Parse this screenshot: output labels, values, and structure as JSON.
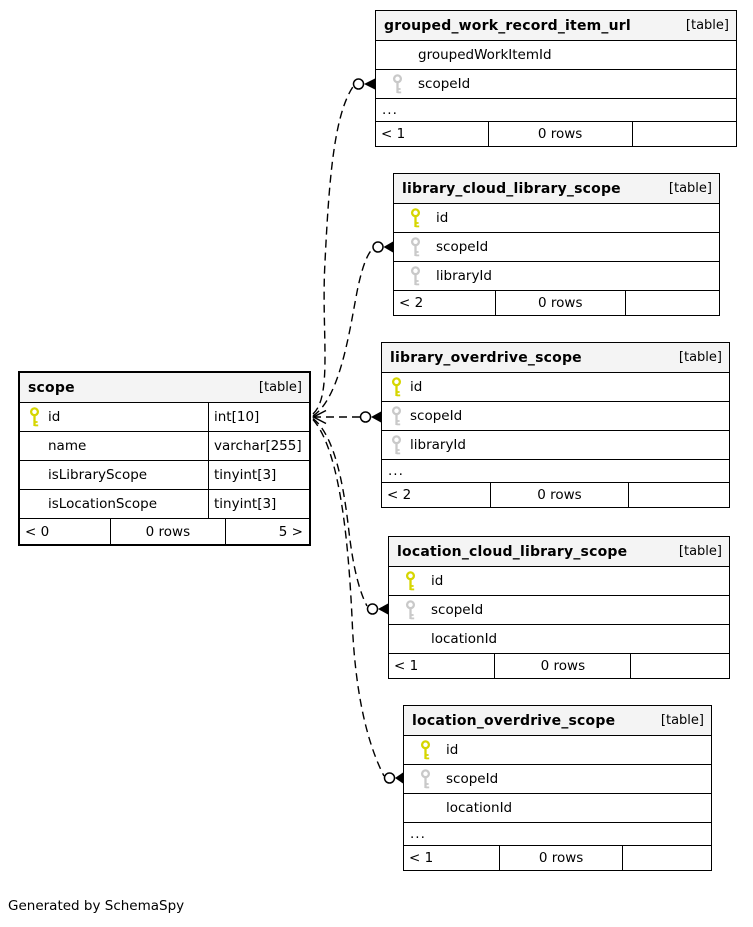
{
  "diagram": {
    "credit": "Generated by SchemaSpy",
    "colors": {
      "primary_key": "#d6d600",
      "foreign_key": "#c9c9c9",
      "header_bg": "#f4f4f4",
      "line": "#000000"
    }
  },
  "tables": [
    {
      "name": "grouped_work_record_item_url",
      "tag": "[table]",
      "rows": [
        {
          "col": "groupedWorkItemId",
          "key": ""
        },
        {
          "col": "scopeId",
          "key": "fk"
        }
      ],
      "ellipsis": "...",
      "stats": {
        "parents": "< 1",
        "rows": "0 rows",
        "children": ""
      }
    },
    {
      "name": "library_cloud_library_scope",
      "tag": "[table]",
      "rows": [
        {
          "col": "id",
          "key": "pk"
        },
        {
          "col": "scopeId",
          "key": "fk"
        },
        {
          "col": "libraryId",
          "key": "fk"
        }
      ],
      "stats": {
        "parents": "< 2",
        "rows": "0 rows",
        "children": ""
      }
    },
    {
      "name": "library_overdrive_scope",
      "tag": "[table]",
      "rows": [
        {
          "col": "id",
          "key": "pk"
        },
        {
          "col": "scopeId",
          "key": "fk"
        },
        {
          "col": "libraryId",
          "key": "fk"
        }
      ],
      "ellipsis": "...",
      "stats": {
        "parents": "< 2",
        "rows": "0 rows",
        "children": ""
      }
    },
    {
      "name": "scope",
      "tag": "[table]",
      "rows": [
        {
          "col": "id",
          "key": "pk",
          "type": "int[10]"
        },
        {
          "col": "name",
          "key": "",
          "type": "varchar[255]"
        },
        {
          "col": "isLibraryScope",
          "key": "",
          "type": "tinyint[3]"
        },
        {
          "col": "isLocationScope",
          "key": "",
          "type": "tinyint[3]"
        }
      ],
      "stats": {
        "parents": "< 0",
        "rows": "0 rows",
        "children": "5 >"
      }
    },
    {
      "name": "location_cloud_library_scope",
      "tag": "[table]",
      "rows": [
        {
          "col": "id",
          "key": "pk"
        },
        {
          "col": "scopeId",
          "key": "fk"
        },
        {
          "col": "locationId",
          "key": ""
        }
      ],
      "stats": {
        "parents": "< 1",
        "rows": "0 rows",
        "children": ""
      }
    },
    {
      "name": "location_overdrive_scope",
      "tag": "[table]",
      "rows": [
        {
          "col": "id",
          "key": "pk"
        },
        {
          "col": "scopeId",
          "key": "fk"
        },
        {
          "col": "locationId",
          "key": ""
        }
      ],
      "ellipsis": "...",
      "stats": {
        "parents": "< 1",
        "rows": "0 rows",
        "children": ""
      }
    }
  ]
}
